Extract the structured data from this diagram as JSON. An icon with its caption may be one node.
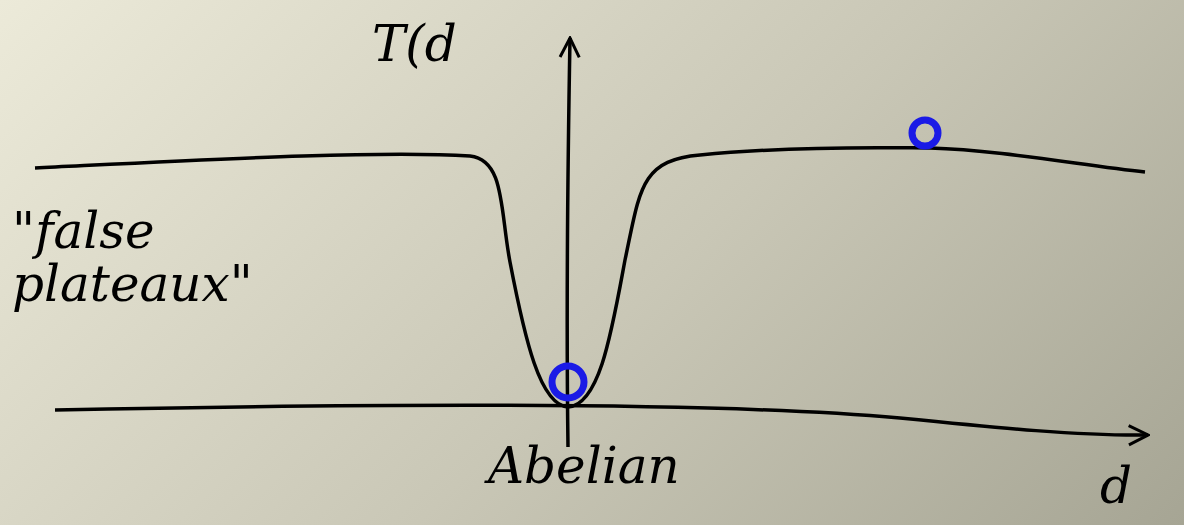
{
  "diagram": {
    "labels": [
      "T(d",
      "\"false plateaux\"",
      "Abelian",
      "d"
    ]
  }
}
